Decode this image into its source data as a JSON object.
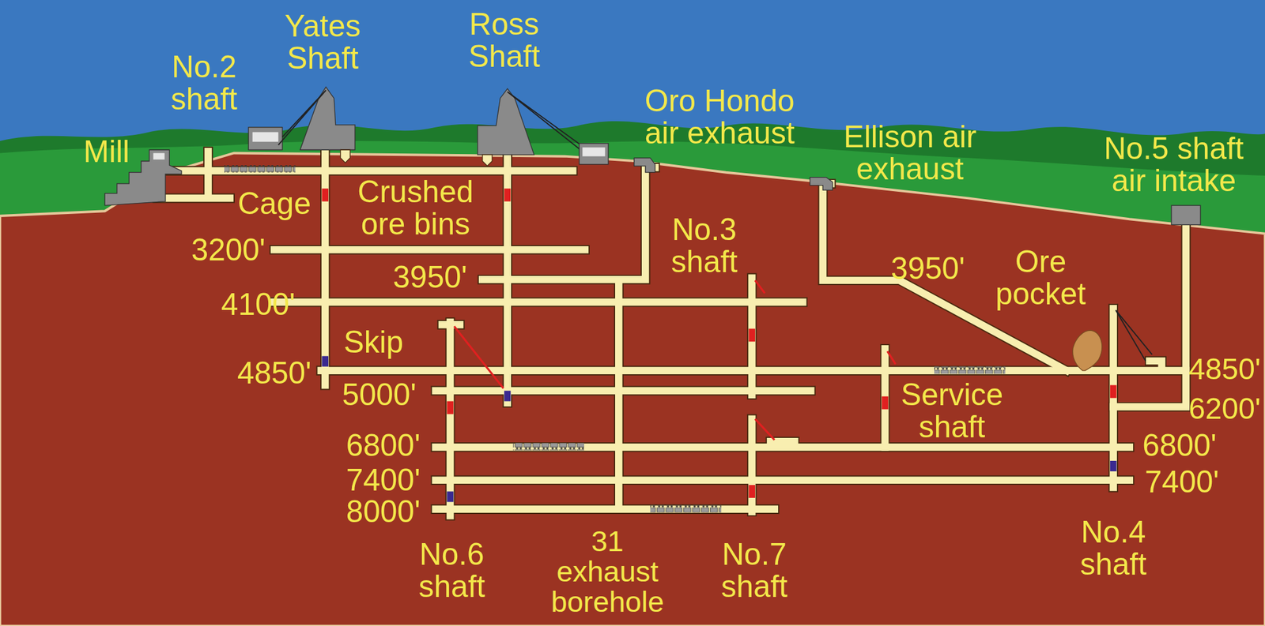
{
  "diagram": {
    "labels": [
      "Yates Shaft",
      "Ross Shaft",
      "No.2 shaft",
      "Mill",
      "Oro Hondo air exhaust",
      "Ellison air exhaust",
      "No.5 shaft air intake",
      "Cage",
      "Crushed ore bins",
      "3200'",
      "3950'",
      "No.3 shaft",
      "3950'",
      "Ore pocket",
      "4100'",
      "Skip",
      "4850'",
      "4850'",
      "5000'",
      "6200'",
      "Service shaft",
      "6800'",
      "6800'",
      "7400'",
      "7400'",
      "8000'",
      "No.6 shaft",
      "31 exhaust borehole",
      "No.7 shaft",
      "No.4 shaft"
    ]
  }
}
